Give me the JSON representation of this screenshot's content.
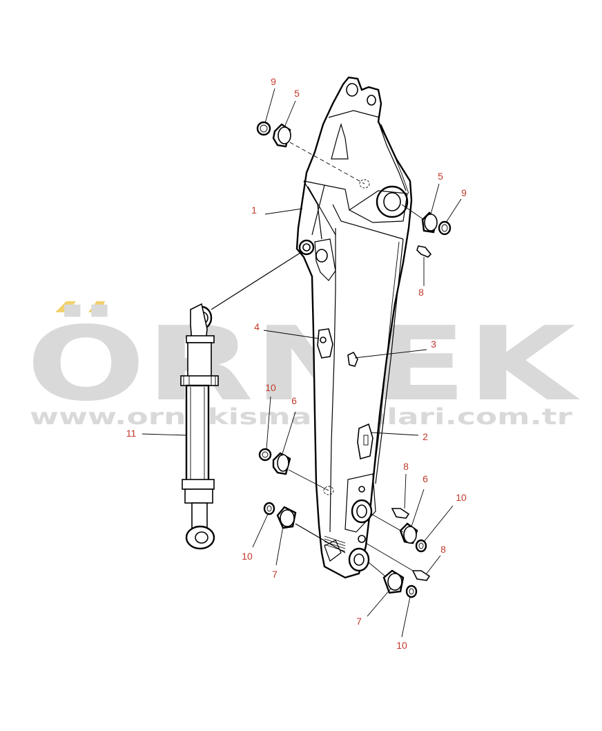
{
  "watermark": {
    "brand": "ÖRNEK",
    "url": "www.ornekismakinalari.com.tr",
    "brand_color": "#d9d9d9",
    "accent_color": "#f2d06b"
  },
  "callouts": [
    {
      "id": "c-9-top",
      "label": "9"
    },
    {
      "id": "c-5-top",
      "label": "5"
    },
    {
      "id": "c-1",
      "label": "1"
    },
    {
      "id": "c-5-right",
      "label": "5"
    },
    {
      "id": "c-9-right",
      "label": "9"
    },
    {
      "id": "c-8-top",
      "label": "8"
    },
    {
      "id": "c-4",
      "label": "4"
    },
    {
      "id": "c-3",
      "label": "3"
    },
    {
      "id": "c-10-left",
      "label": "10"
    },
    {
      "id": "c-6-left",
      "label": "6"
    },
    {
      "id": "c-11",
      "label": "11"
    },
    {
      "id": "c-2",
      "label": "2"
    },
    {
      "id": "c-8-mid",
      "label": "8"
    },
    {
      "id": "c-6-right",
      "label": "6"
    },
    {
      "id": "c-10-right",
      "label": "10"
    },
    {
      "id": "c-10-bottom-left",
      "label": "10"
    },
    {
      "id": "c-7-left",
      "label": "7"
    },
    {
      "id": "c-8-bottom",
      "label": "8"
    },
    {
      "id": "c-7-bottom",
      "label": "7"
    },
    {
      "id": "c-10-bottom",
      "label": "10"
    }
  ],
  "callout_color": "#c0392b"
}
